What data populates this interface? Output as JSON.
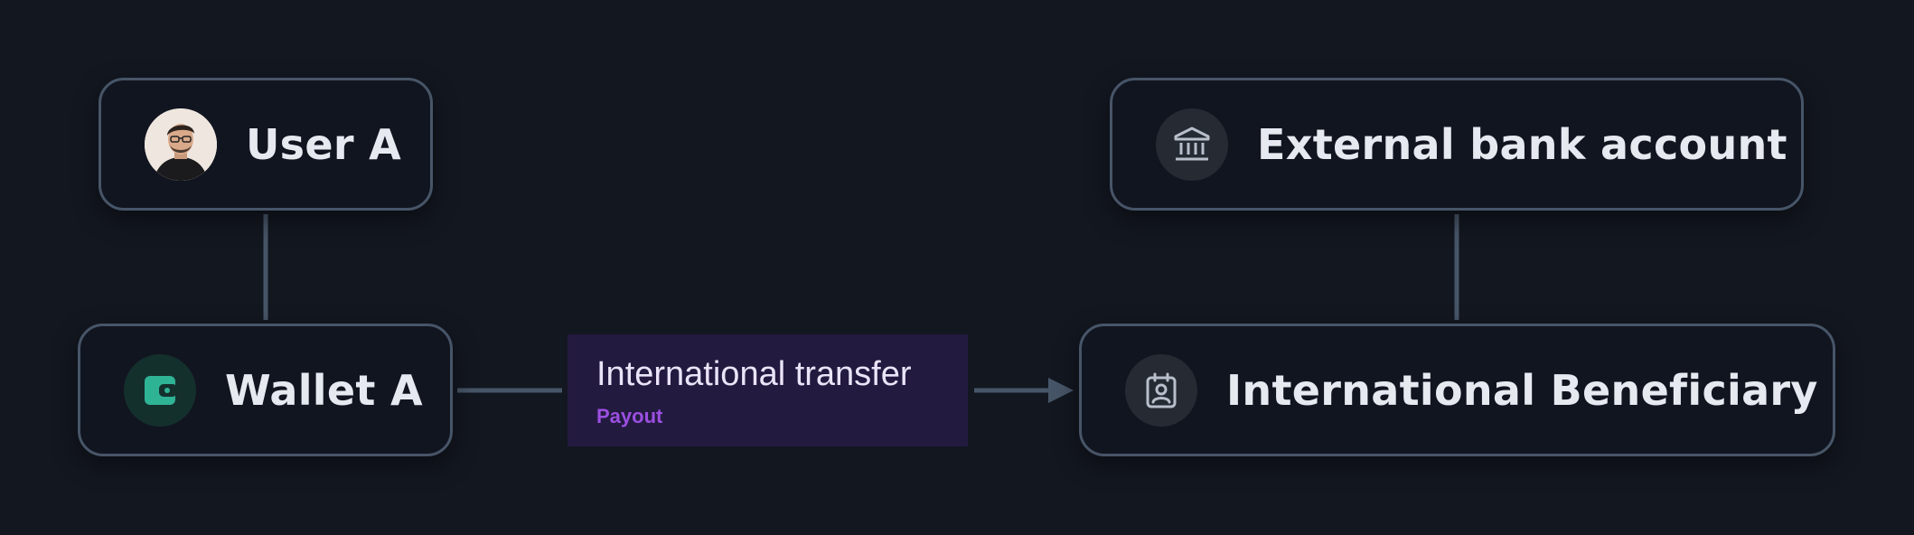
{
  "diagram": {
    "nodes": {
      "user": {
        "label": "User A",
        "icon": "avatar-photo"
      },
      "bank": {
        "label": "External bank account",
        "icon": "bank-icon"
      },
      "wallet": {
        "label": "Wallet A",
        "icon": "wallet-icon"
      },
      "beneficiary": {
        "label": "International Beneficiary",
        "icon": "contact-card-icon"
      }
    },
    "edge": {
      "title": "International transfer",
      "subtitle": "Payout"
    },
    "colors": {
      "background": "#131720",
      "node_border": "#475568",
      "connector": "#475568",
      "edge_label_bg": "#231a40",
      "edge_subtitle": "#9b4fe0",
      "wallet_accent": "#2fb395"
    }
  }
}
